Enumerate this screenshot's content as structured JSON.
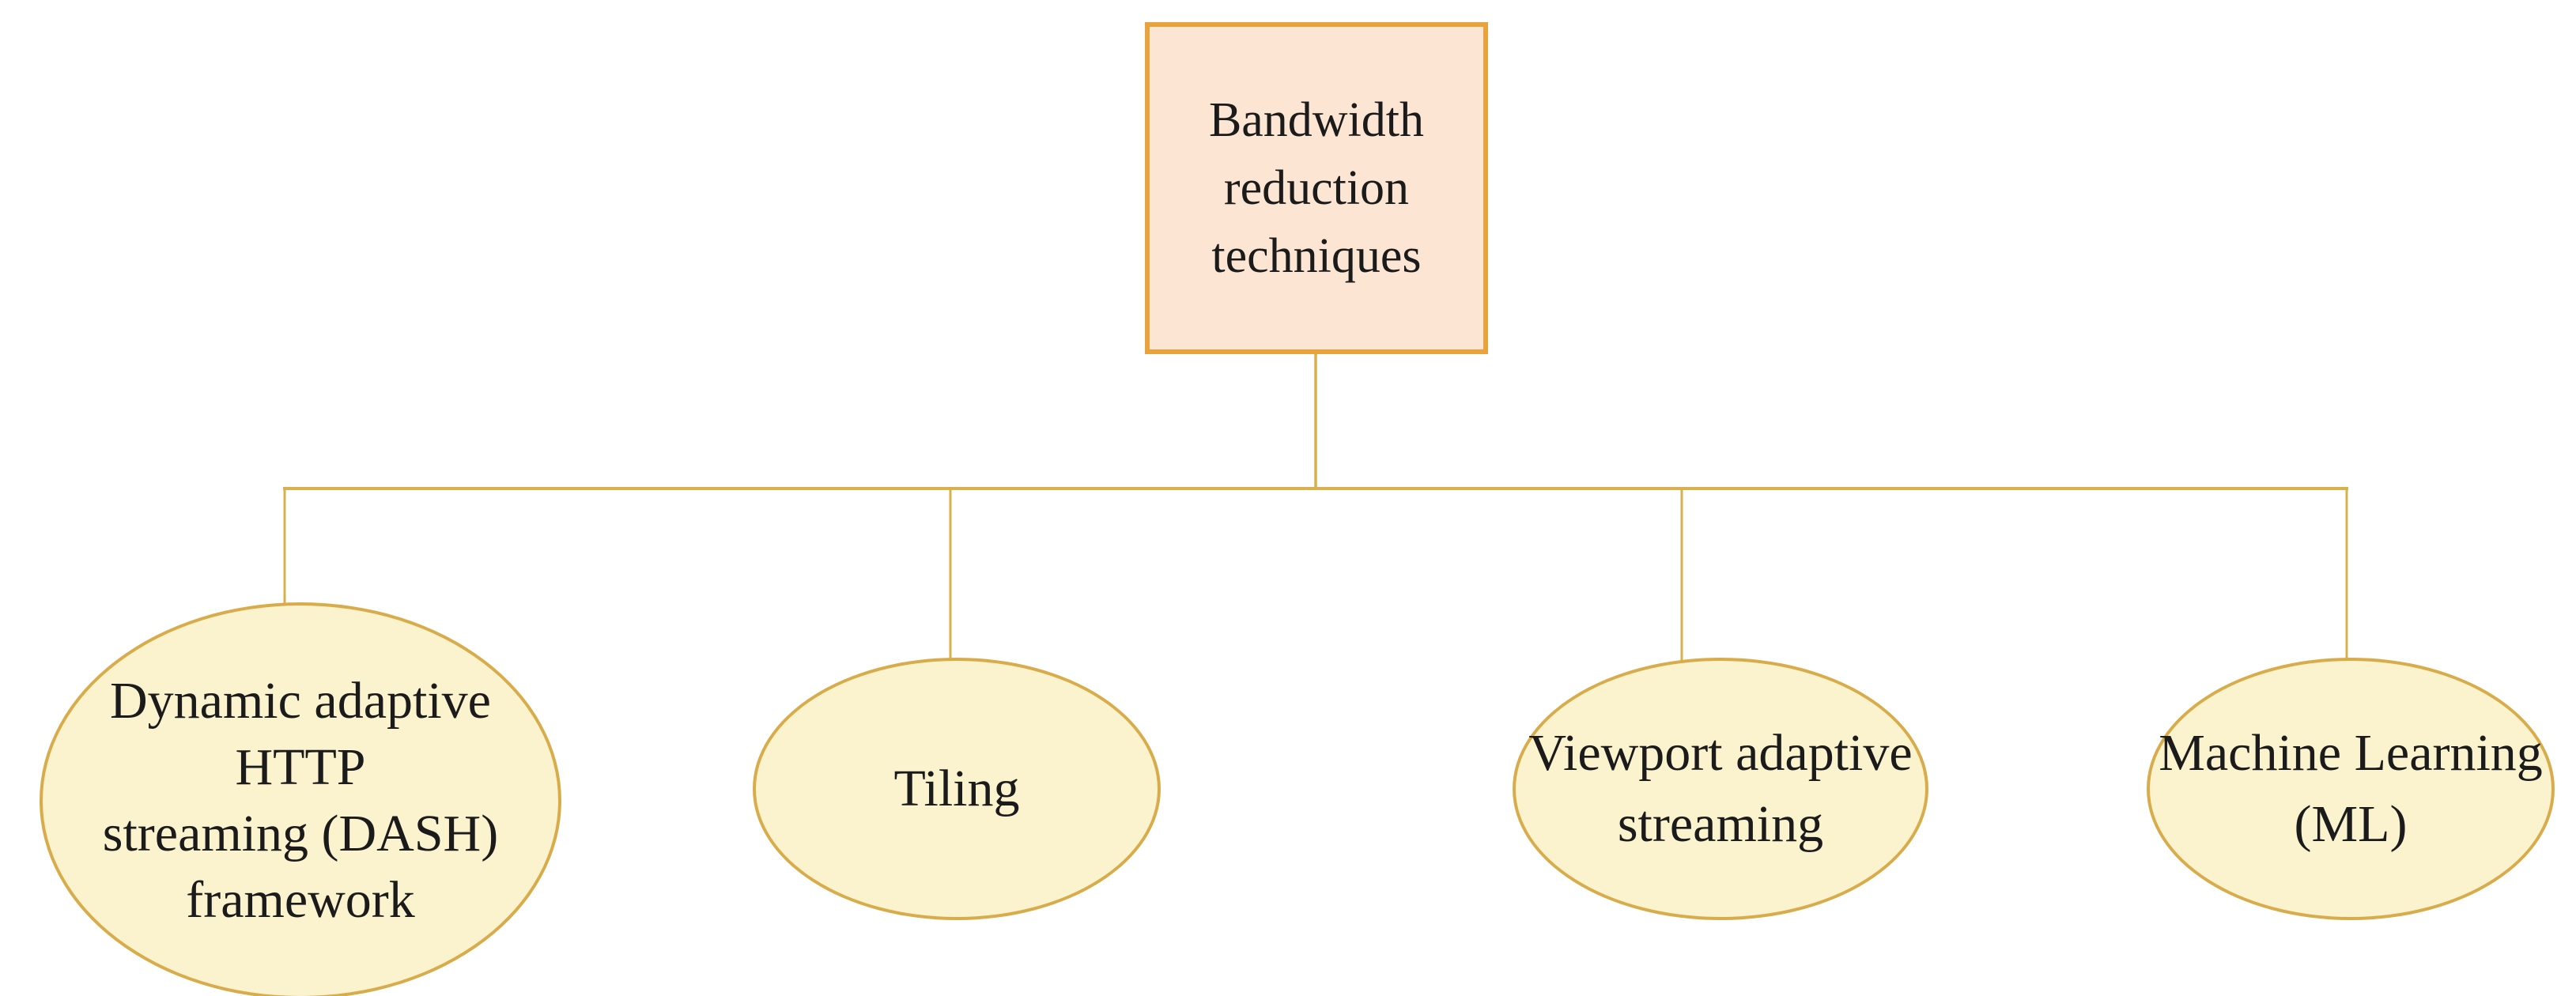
{
  "diagram": {
    "root": {
      "lines": [
        "Bandwidth",
        "reduction",
        "techniques"
      ]
    },
    "children": [
      {
        "id": "dash",
        "lines": [
          "Dynamic adaptive",
          "HTTP",
          "streaming (DASH)",
          "framework"
        ]
      },
      {
        "id": "tiling",
        "lines": [
          "Tiling"
        ]
      },
      {
        "id": "viewport",
        "lines": [
          "Viewport adaptive",
          "streaming"
        ]
      },
      {
        "id": "ml",
        "lines": [
          "Machine Learning",
          "(ML)"
        ]
      }
    ],
    "colors": {
      "background": "#FFFFFF",
      "root_fill": "#FCE5D2",
      "root_border": "#E8A33C",
      "child_fill": "#FBF2CE",
      "child_border": "#D8AC4A",
      "connector": "#D9B14C",
      "text": "#1B1B1B"
    }
  }
}
